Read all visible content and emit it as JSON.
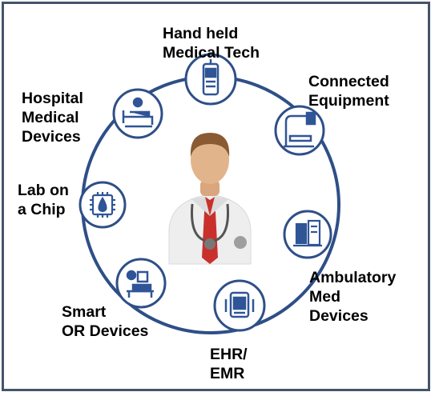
{
  "center": {
    "figure": "doctor-with-stethoscope"
  },
  "nodes": [
    {
      "label": "Hand held\nMedical Tech",
      "icon": "handheld-device-icon"
    },
    {
      "label": "Connected\nEquipment",
      "icon": "medical-scanner-icon"
    },
    {
      "label": "Ambulatory\nMed\nDevices",
      "icon": "ambulatory-equipment-icon"
    },
    {
      "label": "EHR/\nEMR",
      "icon": "electronic-record-icon"
    },
    {
      "label": "Smart\nOR Devices",
      "icon": "operating-room-icon"
    },
    {
      "label": "Lab on\na Chip",
      "icon": "chip-droplet-icon"
    },
    {
      "label": "Hospital\nMedical\nDevices",
      "icon": "hospital-bed-icon"
    }
  ],
  "colors": {
    "ring": "#2e4f87",
    "node_fill": "#ffffff",
    "node_stroke": "#2e4f87",
    "frame": "#44546a",
    "icon": "#2f5597",
    "tie": "#c9302c"
  }
}
